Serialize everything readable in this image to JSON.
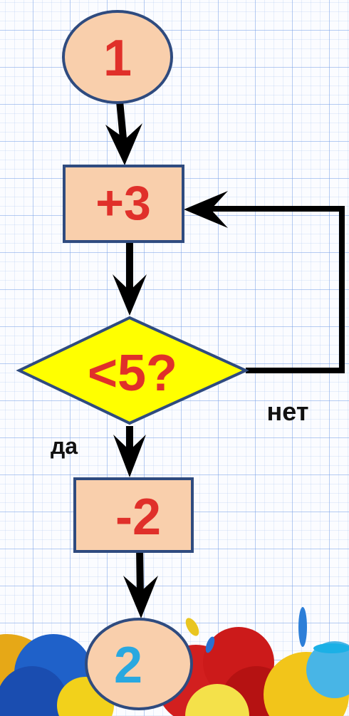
{
  "flowchart": {
    "start_label": "1",
    "add_label": "+3",
    "condition_label": "<5?",
    "no_label": "нет",
    "yes_label": "да",
    "subtract_label": "-2",
    "end_label": "2"
  },
  "colors": {
    "node_fill": "#f9cfac",
    "node_stroke": "#2f4b7f",
    "diamond_fill": "#ffff00",
    "text_red": "#e0302a",
    "text_blue": "#29a8e0",
    "arrow": "#000000"
  }
}
